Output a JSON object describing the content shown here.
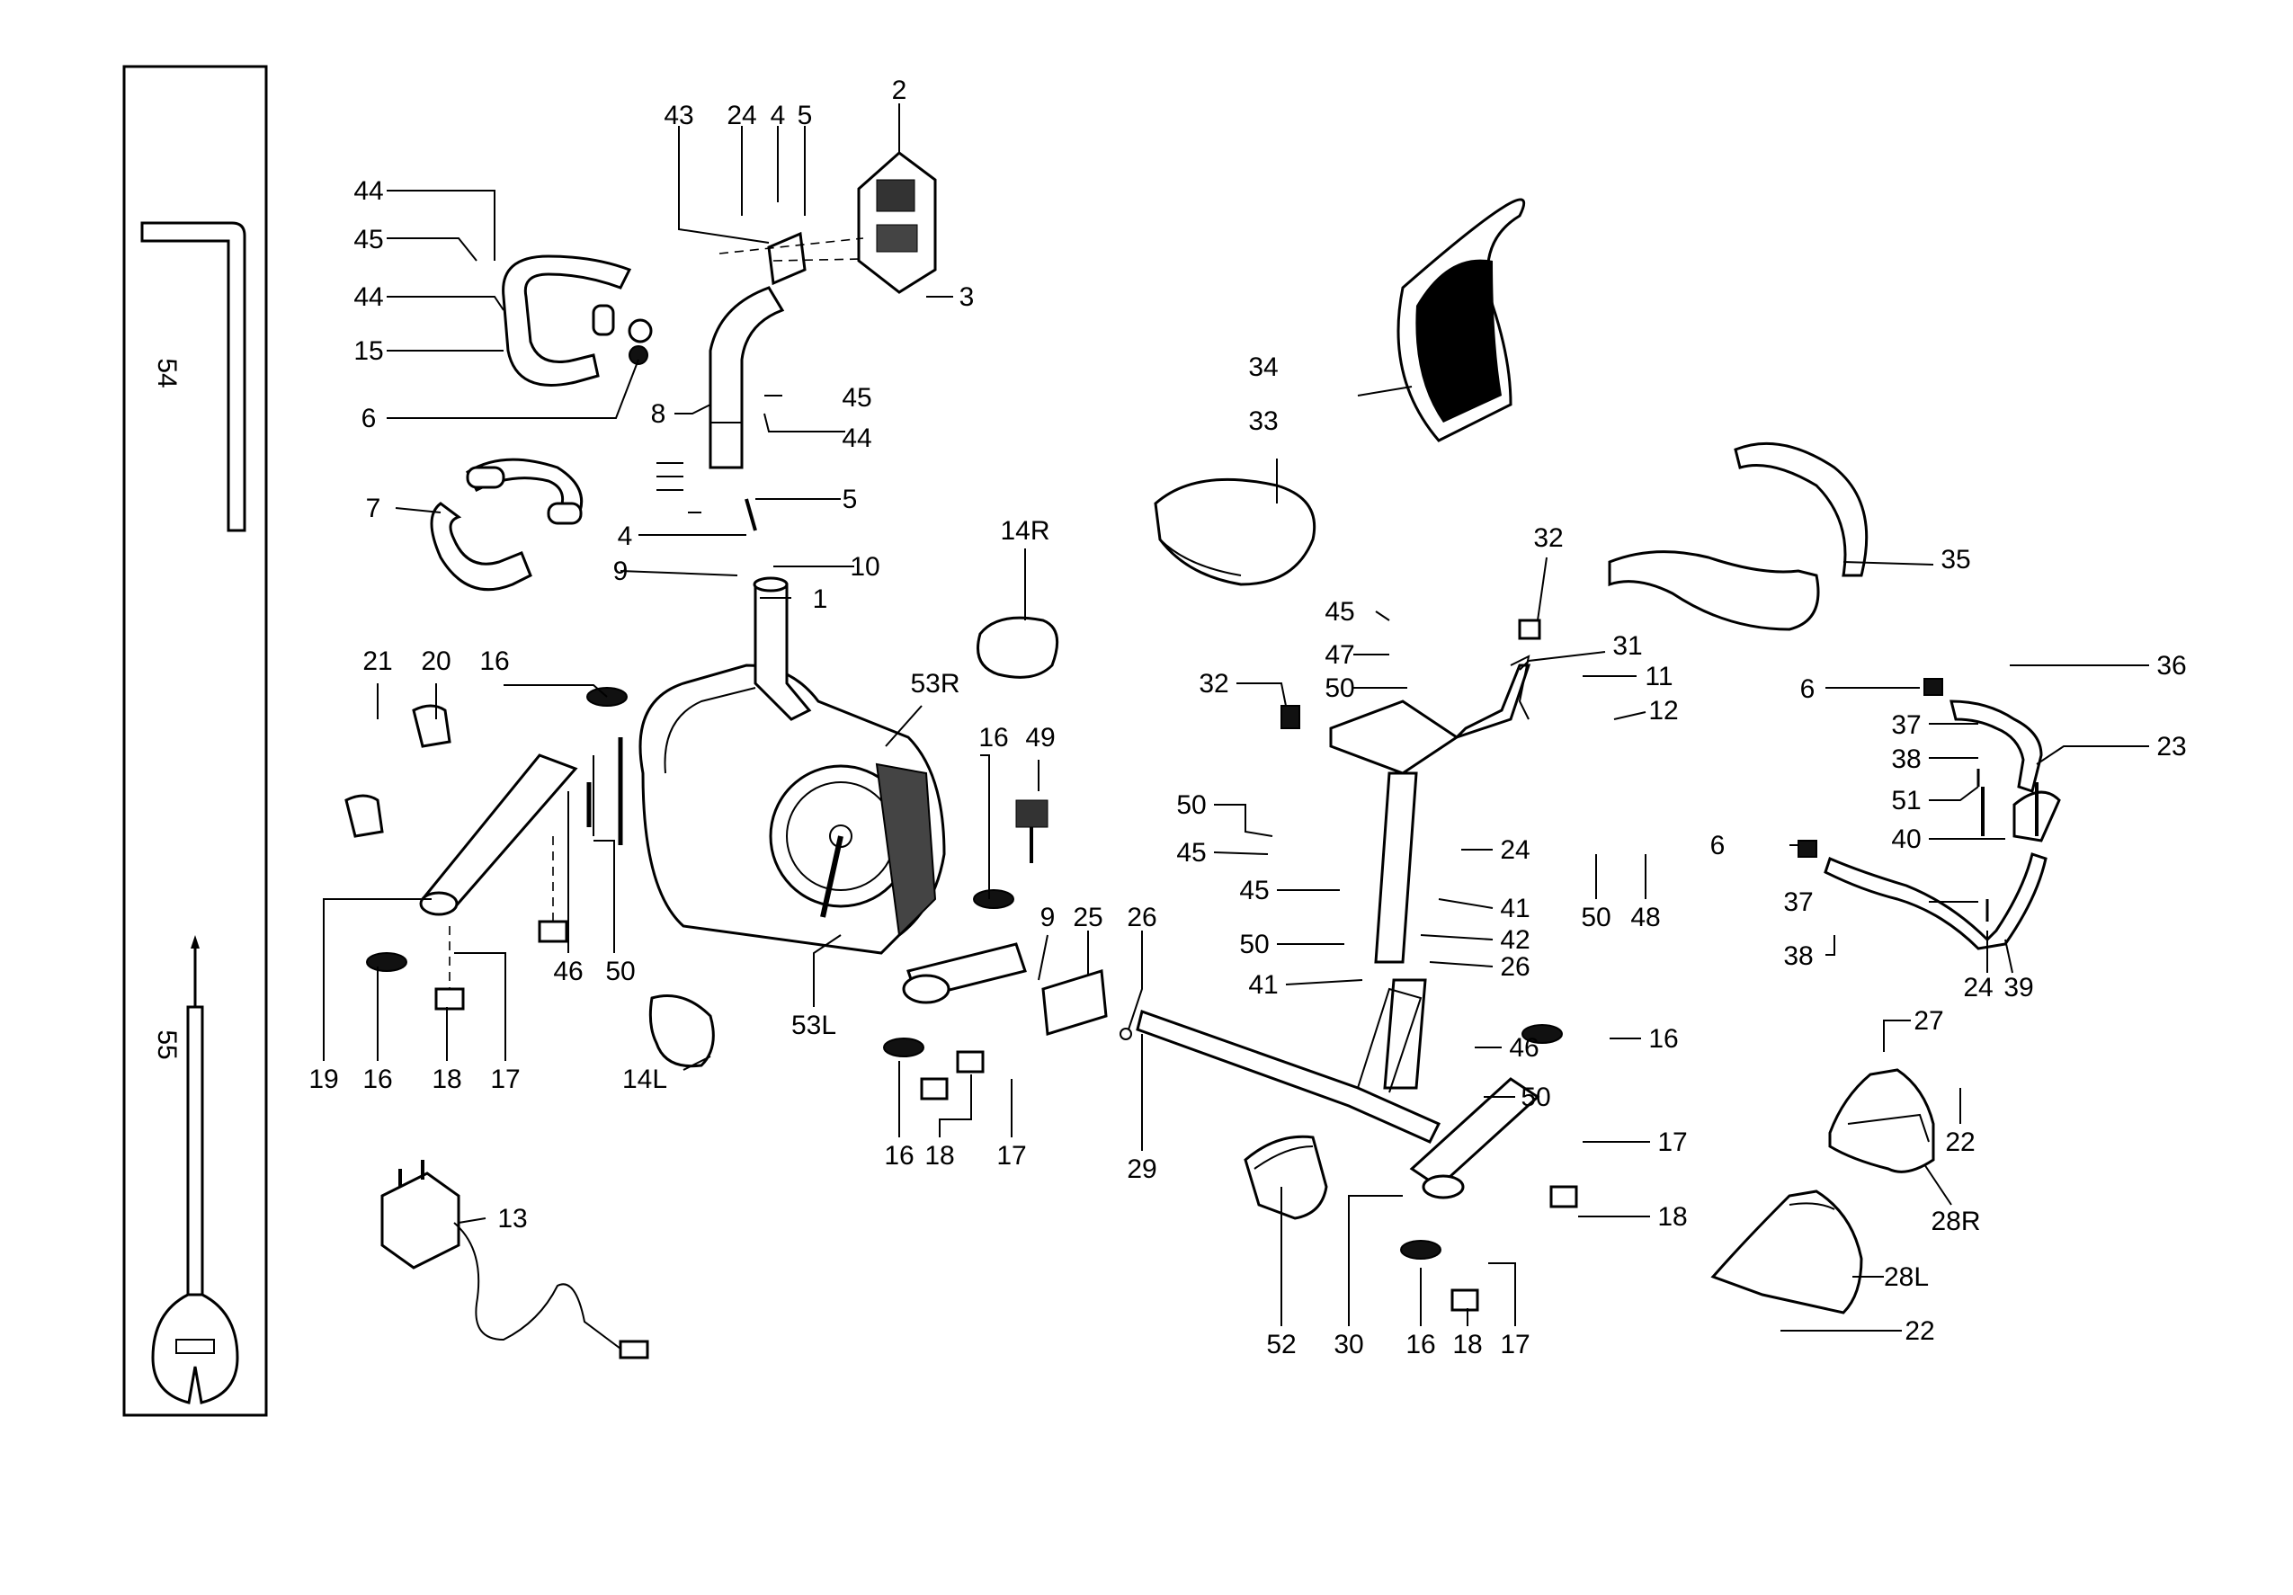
{
  "diagram": {
    "tools": {
      "hex_key_label": "54",
      "screwdriver_label": "55"
    },
    "labels": {
      "p43": "43",
      "p24a": "24",
      "p4a": "4",
      "p5a": "5",
      "p2": "2",
      "p3": "3",
      "p44a": "44",
      "p45a": "45",
      "p44b": "44",
      "p15": "15",
      "p6a": "6",
      "p8": "8",
      "p45b": "45",
      "p44c": "44",
      "p7": "7",
      "p5b": "5",
      "p4b": "4",
      "p9a": "9",
      "p10": "10",
      "p1": "1",
      "p14r": "14R",
      "p53r": "53R",
      "p21": "21",
      "p20": "20",
      "p16a": "16",
      "p16b": "16",
      "p49": "49",
      "p19": "19",
      "p16c": "16",
      "p18a": "18",
      "p17a": "17",
      "p46a": "46",
      "p50a": "50",
      "p14l": "14L",
      "p53l": "53L",
      "p9b": "9",
      "p25": "25",
      "p26a": "26",
      "p16d": "16",
      "p18b": "18",
      "p17b": "17",
      "p13": "13",
      "p34": "34",
      "p33": "33",
      "p35": "35",
      "p32a": "32",
      "p45c": "45",
      "p47": "47",
      "p31": "31",
      "p11": "11",
      "p50b": "50",
      "p12": "12",
      "p32b": "32",
      "p50c": "50",
      "p45d": "45",
      "p24b": "24",
      "p45e": "45",
      "p41a": "41",
      "p50d": "50",
      "p48": "48",
      "p42": "42",
      "p50e": "50",
      "p26b": "26",
      "p41b": "41",
      "p46b": "46",
      "p50f": "50",
      "p16e": "16",
      "p29": "29",
      "p17c": "17",
      "p18c": "18",
      "p52": "52",
      "p30": "30",
      "p16f": "16",
      "p18d": "18",
      "p17d": "17",
      "p36": "36",
      "p6b": "6",
      "p23": "23",
      "p37a": "37",
      "p38a": "38",
      "p51": "51",
      "p40": "40",
      "p6c": "6",
      "p37b": "37",
      "p38b": "38",
      "p24c": "24",
      "p39": "39",
      "p27": "27",
      "p22a": "22",
      "p28r": "28R",
      "p28l": "28L",
      "p22b": "22"
    }
  }
}
